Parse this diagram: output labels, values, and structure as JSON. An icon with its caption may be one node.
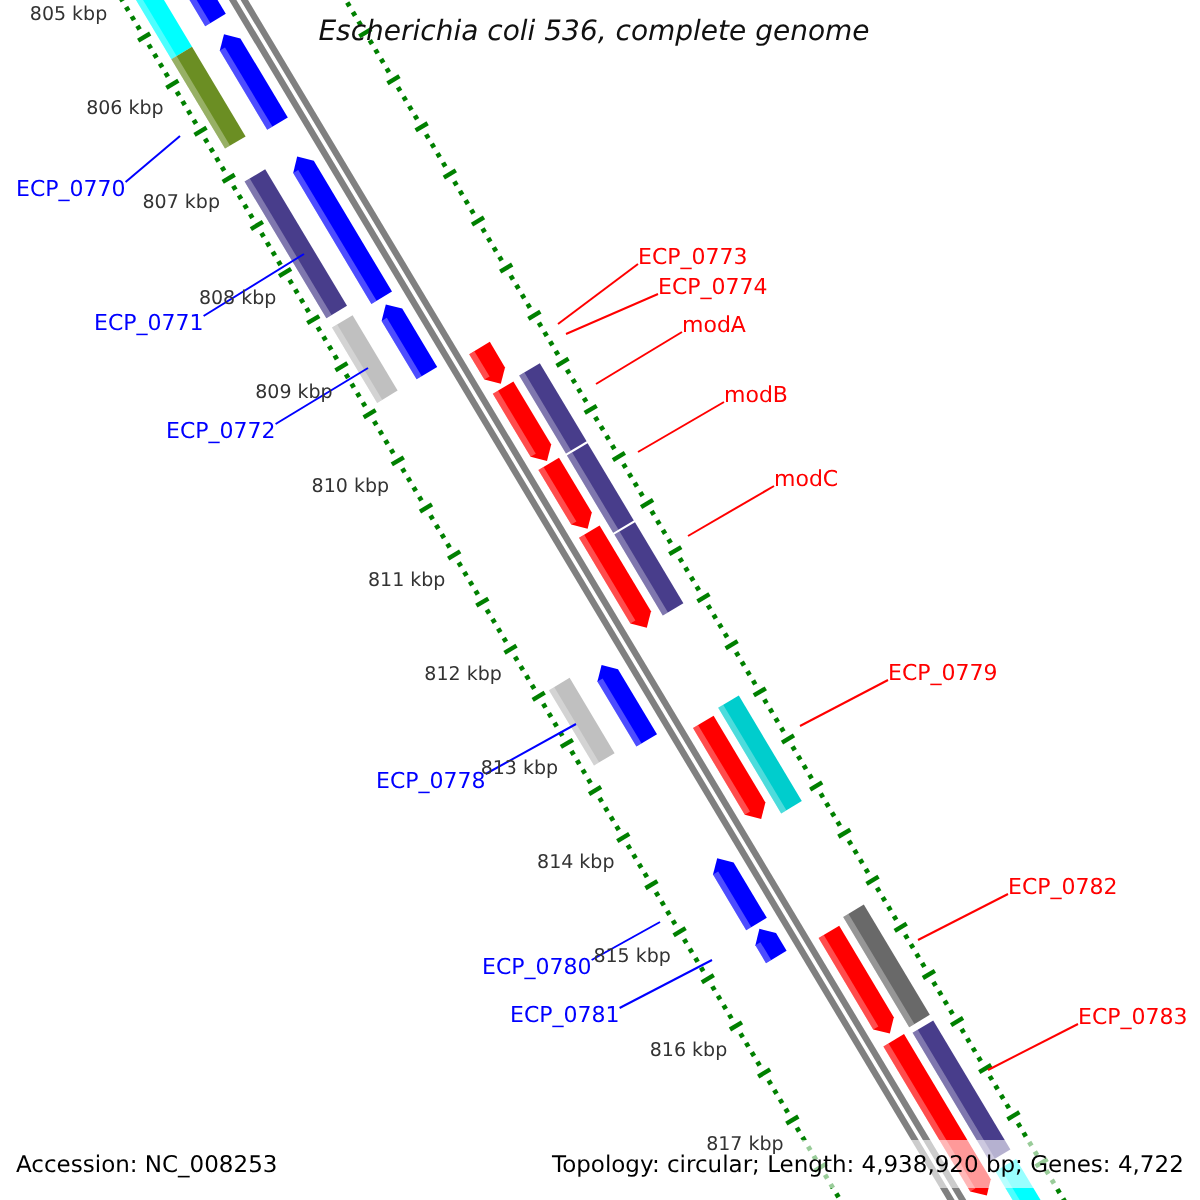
{
  "diagram": {
    "title": "Escherichia coli 536, complete genome",
    "nodes": [
      {
        "text": [
          "ECP_0770"
        ]
      },
      {
        "text": [
          "ECP_0773"
        ]
      },
      {
        "text": [
          "ECP_0774"
        ]
      },
      {
        "text": [
          "ECP_0771"
        ]
      },
      {
        "text": [
          "modA"
        ]
      },
      {
        "text": [
          "modB"
        ]
      },
      {
        "text": [
          "ECP_0772"
        ]
      },
      {
        "text": [
          "modC"
        ]
      },
      {
        "text": [
          "ECP_0779"
        ]
      },
      {
        "text": [
          "ECP_0778"
        ]
      },
      {
        "text": [
          "ECP_0782"
        ]
      },
      {
        "text": [
          "ECP_0780"
        ]
      },
      {
        "text": [
          "ECP_0781"
        ]
      },
      {
        "text": [
          "ECP_0783"
        ]
      }
    ],
    "edges": [
      {
        "from": 0,
        "to": null,
        "arrow": "none",
        "color": "#0000ff"
      },
      {
        "from": 1,
        "to": null,
        "arrow": "none"
      },
      {
        "from": 2,
        "to": null,
        "arrow": "none"
      },
      {
        "from": 3,
        "to": null,
        "arrow": "none",
        "color": "#0000ff"
      },
      {
        "from": 4,
        "to": null,
        "arrow": "none"
      },
      {
        "from": 5,
        "to": null,
        "arrow": "none"
      },
      {
        "from": 6,
        "to": null,
        "arrow": "none",
        "color": "#0000ff"
      },
      {
        "from": 7,
        "to": null,
        "arrow": "none"
      },
      {
        "from": 8,
        "to": null,
        "arrow": "none"
      },
      {
        "from": 9,
        "to": null,
        "arrow": "none",
        "color": "#0000ff"
      },
      {
        "from": 10,
        "to": null,
        "arrow": "none"
      },
      {
        "from": 11,
        "to": null,
        "arrow": "none",
        "color": "#0000ff"
      },
      {
        "from": 12,
        "to": null,
        "arrow": "none",
        "color": "#0000ff"
      },
      {
        "from": 13,
        "to": null,
        "arrow": "none"
      }
    ],
    "labels": [
      "805 kbp",
      "806 kbp",
      "807 kbp",
      "808 kbp",
      "809 kbp",
      "810 kbp",
      "811 kbp",
      "812 kbp",
      "813 kbp",
      "814 kbp",
      "815 kbp",
      "816 kbp",
      "817 kbp",
      "Accession: NC_008253",
      "Topology: circular; Length: 4,938,920 bp; Genes: 4,722"
    ]
  }
}
